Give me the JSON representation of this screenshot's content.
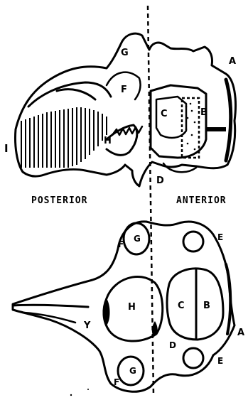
{
  "captions": {
    "posterior": "POSTERIOR",
    "anterior": "ANTERIOR"
  },
  "labels": {
    "A": "A",
    "B": "B",
    "C": "C",
    "D": "D",
    "E": "E",
    "F": "F",
    "G": "G",
    "H": "H",
    "I": "I",
    "Y": "Y"
  },
  "colors": {
    "ink": "#000000",
    "paper": "#ffffff"
  }
}
